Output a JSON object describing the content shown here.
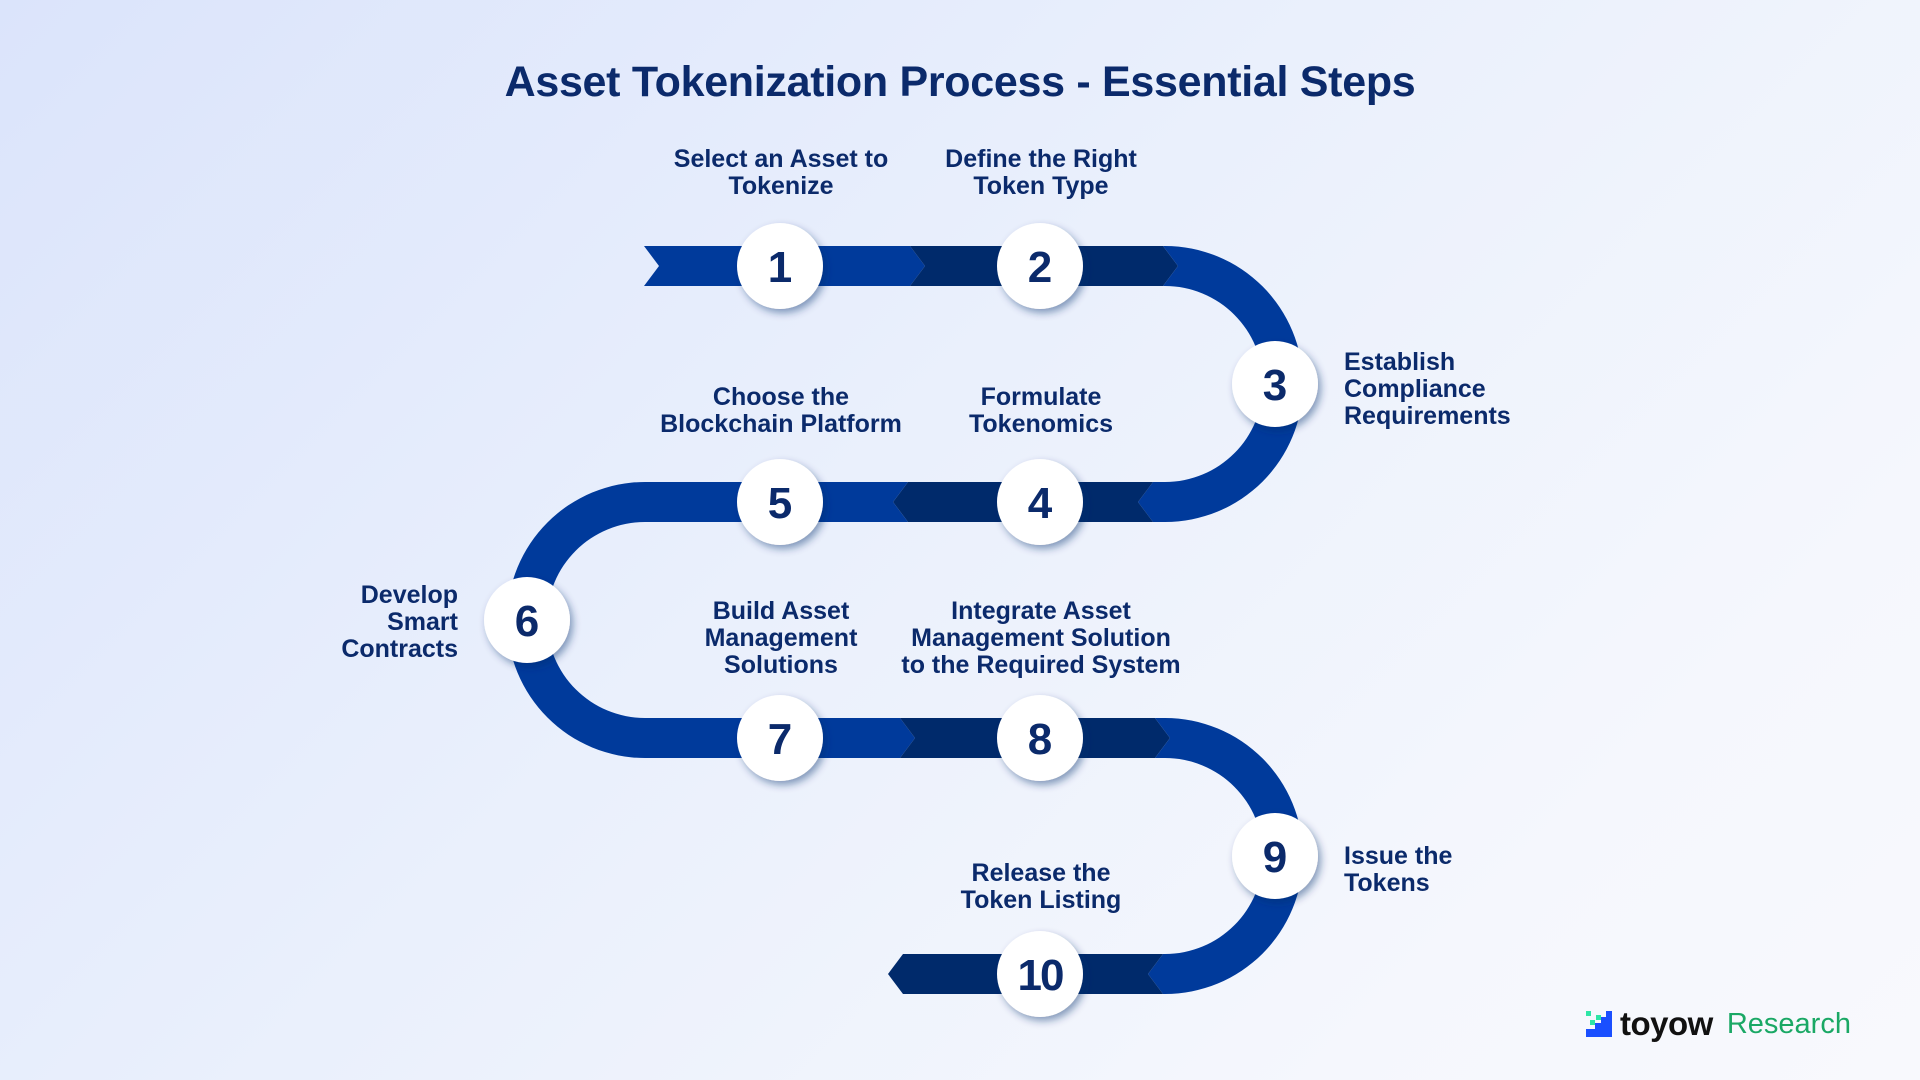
{
  "title": "Asset Tokenization Process - Essential Steps",
  "colors": {
    "band_light": "#003a9b",
    "band_dark": "#002a6b",
    "circle_fill": "#ffffff",
    "number_color": "#0b2a6b",
    "text_color": "#0b2a6b",
    "brand_green": "#1aa865",
    "brand_blue": "#1a4fff"
  },
  "steps": [
    {
      "number": "1",
      "label": "Select an Asset to\nTokenize"
    },
    {
      "number": "2",
      "label": "Define the Right\nToken Type"
    },
    {
      "number": "3",
      "label": "Establish\nCompliance\nRequirements"
    },
    {
      "number": "4",
      "label": "Formulate\nTokenomics"
    },
    {
      "number": "5",
      "label": "Choose the\nBlockchain Platform"
    },
    {
      "number": "6",
      "label": "Develop\nSmart\nContracts"
    },
    {
      "number": "7",
      "label": "Build Asset\nManagement\nSolutions"
    },
    {
      "number": "8",
      "label": "Integrate Asset\nManagement Solution\nto the Required System"
    },
    {
      "number": "9",
      "label": "Issue the\nTokens"
    },
    {
      "number": "10",
      "label": "Release the\nToken Listing"
    }
  ],
  "brand": {
    "name": "toyow",
    "suffix": "Research",
    "logo_icon": "stair-pixel-logo-icon"
  }
}
